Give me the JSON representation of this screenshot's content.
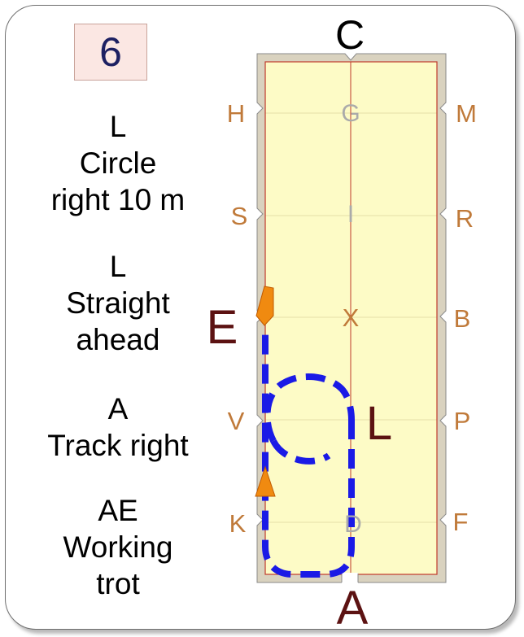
{
  "step_number": "6",
  "instructions": [
    {
      "lines": [
        "L",
        "Circle",
        "right 10 m"
      ]
    },
    {
      "lines": [
        "L",
        "Straight",
        "ahead"
      ]
    },
    {
      "lines": [
        "A",
        "Track right"
      ]
    },
    {
      "lines": [
        "AE",
        "Working",
        "trot"
      ]
    }
  ],
  "arena": {
    "top_letter": "C",
    "bottom_letter": "A",
    "left_letters": [
      "H",
      "S",
      "E",
      "V",
      "K"
    ],
    "right_letters": [
      "M",
      "R",
      "B",
      "P",
      "F"
    ],
    "centerline_letters": [
      "G",
      "I",
      "X",
      "L",
      "D"
    ],
    "highlighted_letters": [
      "E",
      "L",
      "A"
    ]
  },
  "colors": {
    "arena_fill": "#fdfbc6",
    "arena_border": "#d9d2bf",
    "track_line": "#c0392b",
    "path": "#1a1ae6",
    "arrow": "#f08a10",
    "letter": "#c07a3a",
    "highlight_letter": "#5c1212"
  }
}
